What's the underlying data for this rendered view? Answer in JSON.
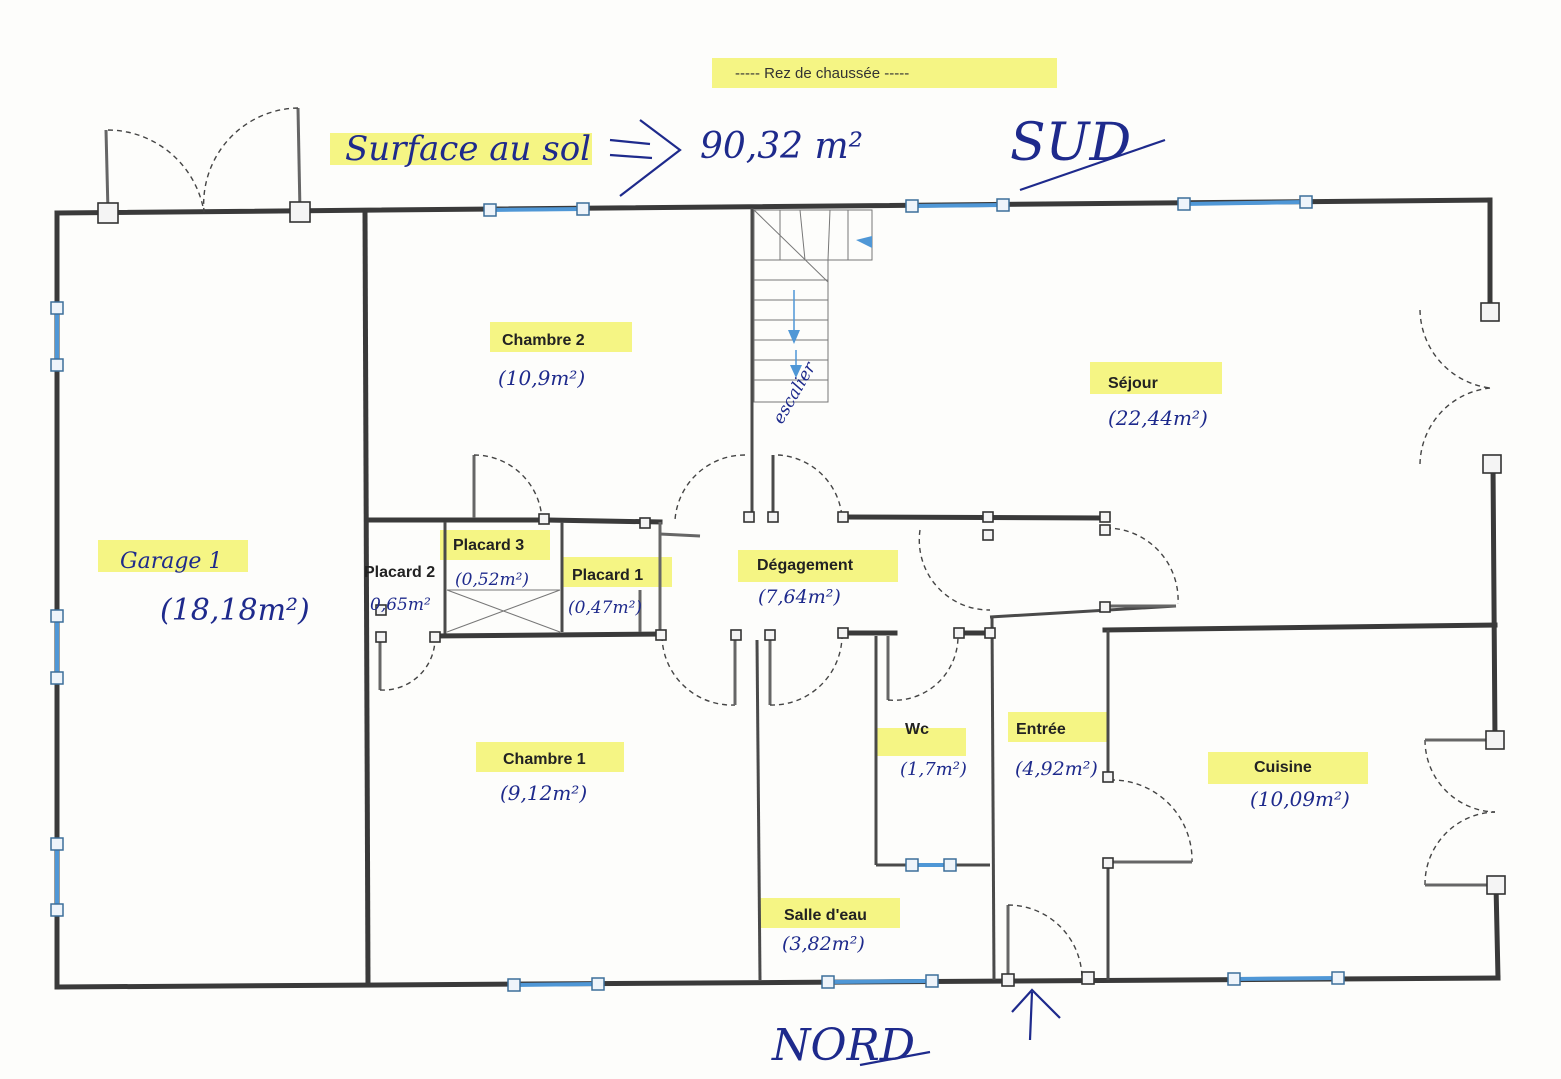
{
  "header": {
    "level_caption": "----- Rez de chaussée -----",
    "surface_label": "Surface au sol",
    "surface_value": "90,32 m²"
  },
  "orientation": {
    "south": "SUD",
    "north": "NORD"
  },
  "stairs_label": "escalier",
  "rooms": {
    "garage1": {
      "name": "Garage 1",
      "area": "(18,18m²)"
    },
    "chambre2": {
      "name": "Chambre 2",
      "area": "(10,9m²)"
    },
    "sejour": {
      "name": "Séjour",
      "area": "(22,44m²)"
    },
    "placard2": {
      "name": "Placard 2",
      "area": "0,65m²"
    },
    "placard3": {
      "name": "Placard 3",
      "area": "(0,52m²)"
    },
    "placard1": {
      "name": "Placard 1",
      "area": "(0,47m²)"
    },
    "degagement": {
      "name": "Dégagement",
      "area": "(7,64m²)"
    },
    "chambre1": {
      "name": "Chambre 1",
      "area": "(9,12m²)"
    },
    "wc": {
      "name": "Wc",
      "area": "(1,7m²)"
    },
    "entree": {
      "name": "Entrée",
      "area": "(4,92m²)"
    },
    "cuisine": {
      "name": "Cuisine",
      "area": "(10,09m²)"
    },
    "salle_eau": {
      "name": "Salle d'eau",
      "area": "(3,82m²)"
    }
  },
  "colors": {
    "highlight": "#f3f36e",
    "ink": "#1e2a8c",
    "wall": "#3a3a3a",
    "window": "#4f97d6"
  }
}
